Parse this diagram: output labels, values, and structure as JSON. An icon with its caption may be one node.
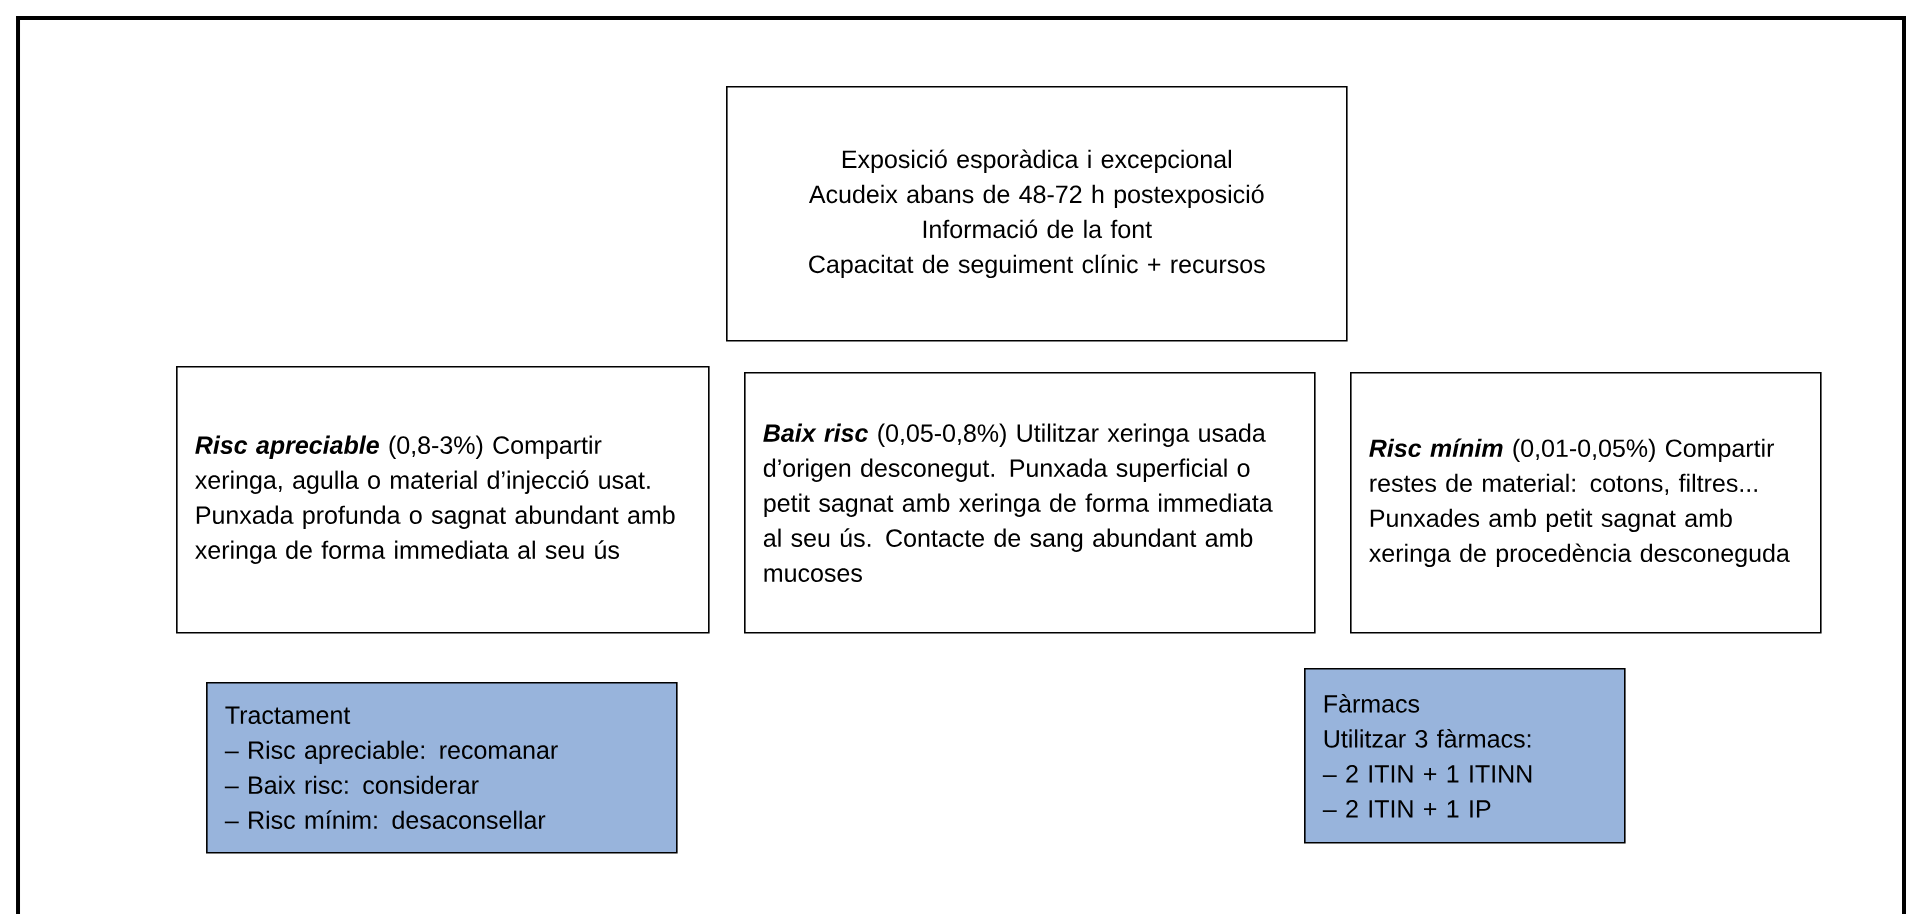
{
  "diagram": {
    "nodes": [
      {
        "text": [
          "Exposició esporàdica i excepcional",
          "Acudeix abans de 48-72 h postexposició",
          "Informació de la font",
          "Capacitat de seguiment clínic + recursos"
        ]
      },
      {
        "text": [
          "Risc apreciable",
          "(0,8-3%) Compartir xeringa, agulla o material d’injecció usat. Punxada profunda o sagnat abundant amb xeringa de forma immediata al seu ús"
        ]
      },
      {
        "text": [
          "Baix risc",
          "(0,05-0,8%) Utilitzar xeringa usada d’origen desconegut. Punxada superficial o petit sagnat amb xeringa de forma immediata al seu ús. Contacte de sang abundant amb mucoses"
        ]
      },
      {
        "text": [
          "Risc mínim",
          "(0,01-0,05%) Compartir restes de material: cotons, filtres... Punxades amb petit sagnat amb xeringa de procedència desconeguda"
        ]
      },
      {
        "text": [
          "Tractament",
          "– Risc apreciable: recomanar",
          "– Baix risc: considerar",
          "– Risc mínim: desaconsellar"
        ]
      },
      {
        "text": [
          "Fàrmacs",
          "Utilitzar 3 fàrmacs:",
          "– 2 ITIN + 1 ITINN",
          "– 2 ITIN + 1 IP"
        ]
      }
    ]
  }
}
